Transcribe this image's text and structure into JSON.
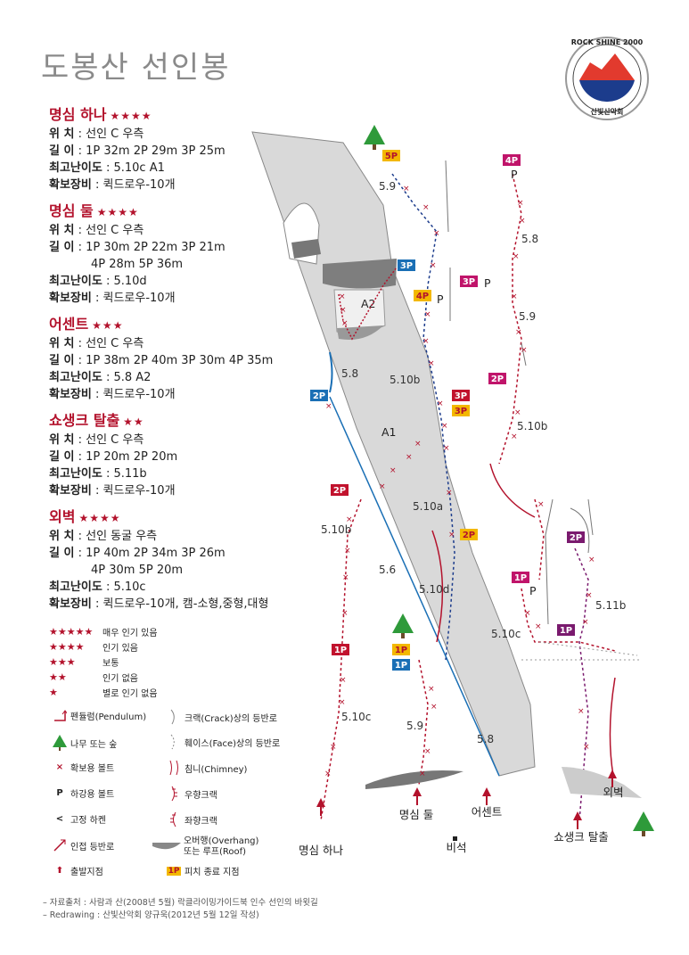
{
  "title": "도봉산 선인봉",
  "logo": {
    "top_text": "ROCK SHINE 2000",
    "bottom_text": "산빛산악회"
  },
  "routes": [
    {
      "name": "명심 하나",
      "stars": "★★★★",
      "location_label": "위 치",
      "location": "선인 C 우측",
      "length_label": "길 이",
      "length": [
        "1P 32m  2P 29m  3P 25m"
      ],
      "grade_label": "최고난이도",
      "grade": "5.10c  A1",
      "gear_label": "확보장비",
      "gear": "퀵드로우-10개"
    },
    {
      "name": "명심 둘",
      "stars": "★★★★",
      "location_label": "위 치",
      "location": "선인 C 우측",
      "length_label": "길 이",
      "length": [
        "1P 30m  2P 22m  3P 21m",
        "4P 28m  5P 36m"
      ],
      "grade_label": "최고난이도",
      "grade": "5.10d",
      "gear_label": "확보장비",
      "gear": "퀵드로우-10개"
    },
    {
      "name": "어센트",
      "stars": "★★★",
      "location_label": "위 치",
      "location": "선인 C 우측",
      "length_label": "길 이",
      "length": [
        "1P 38m  2P 40m  3P 30m  4P 35m"
      ],
      "grade_label": "최고난이도",
      "grade": "5.8  A2",
      "gear_label": "확보장비",
      "gear": "퀵드로우-10개"
    },
    {
      "name": "쇼생크 탈출",
      "stars": "★★",
      "location_label": "위 치",
      "location": "선인 C 우측",
      "length_label": "길 이",
      "length": [
        "1P 20m  2P 20m"
      ],
      "grade_label": "최고난이도",
      "grade": "5.11b",
      "gear_label": "확보장비",
      "gear": "퀵드로우-10개"
    },
    {
      "name": "외벽",
      "stars": "★★★★",
      "location_label": "위 치",
      "location": "선인 동굴 우측",
      "length_label": "길 이",
      "length": [
        "1P 40m  2P 34m  3P 26m",
        "4P 30m  5P 20m"
      ],
      "grade_label": "최고난이도",
      "grade": "5.10c",
      "gear_label": "확보장비",
      "gear": "퀵드로우-10개, 캠-소형,중형,대형"
    }
  ],
  "star_legend": [
    {
      "stars": "★★★★★",
      "label": "매우 인기 있음"
    },
    {
      "stars": "★★★★",
      "label": "인기 있음"
    },
    {
      "stars": "★★★",
      "label": "보통"
    },
    {
      "stars": "★★",
      "label": "인기 없음"
    },
    {
      "stars": "★",
      "label": "별로 인기 없음"
    }
  ],
  "symbol_legend": {
    "pendulum": "펜듈럼(Pendulum)",
    "tree": "나무 또는 숲",
    "bolt": "확보용 볼트",
    "rappel": "하강용 볼트",
    "rappel_symbol": "P",
    "piton": "고정 하켄",
    "piton_symbol": "<",
    "adjacent": "인접 등반로",
    "start": "출발지점",
    "crack": "크랙(Crack)상의 등반로",
    "face": "훼이스(Face)상의 등반로",
    "chimney": "침니(Chimney)",
    "right_crack": "우향크랙",
    "left_crack": "좌향크랙",
    "overhang": "오버행(Overhang)",
    "overhang2": "또는 루프(Roof)",
    "pitch_end": "피치 종료 지점",
    "pitch_badge": "1P"
  },
  "map_labels": {
    "start_1": "명심 하나",
    "start_2": "명심 둘",
    "start_3": "어센트",
    "start_4": "쇼생크 탈출",
    "start_5": "외벽",
    "monument": "비석",
    "a1": "A1",
    "a2": "A2",
    "rappel_p": "P",
    "grades": {
      "g1": "5.9",
      "g2": "5.8",
      "g3": "5.8",
      "g4": "5.10b",
      "g5": "5.9",
      "g6": "5.10b",
      "g7": "5.10b",
      "g8": "5.10a",
      "g9": "5.6",
      "g10": "5.10d",
      "g11": "5.11b",
      "g12": "5.10c",
      "g13": "5.10c",
      "g14": "5.9",
      "g15": "5.8"
    },
    "pitches": {
      "p1": "5P",
      "p2": "4P",
      "p3": "3P",
      "p4": "4P",
      "p5": "3P",
      "p6": "2P",
      "p7": "3P",
      "p8": "3P",
      "p9": "2P",
      "p10": "2P",
      "p11": "2P",
      "p12": "1P",
      "p13": "1P",
      "p14": "1P",
      "p15": "1P",
      "p16": "2P",
      "p17": "1P"
    }
  },
  "footer": [
    "– 자료출처 : 사람과 산(2008년 5월) 락클라이밍가이드북 인수 선인의 바윗길",
    "– Redrawing : 산빛산악회 양규욱(2012년 5월 12일 작성)"
  ],
  "colors": {
    "accent": "#b3122c",
    "rock": "#d9d9d9",
    "blue_badge": "#1a6fb5",
    "red_badge": "#c1122d",
    "yellow_badge": "#f3b800",
    "purple_badge": "#7a1a6e",
    "magenta_badge": "#c0146a"
  }
}
